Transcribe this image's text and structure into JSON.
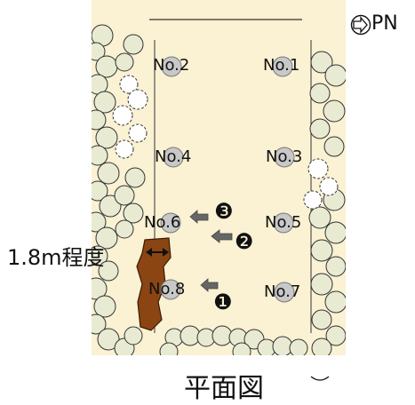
{
  "diagram": {
    "north_label": "PN",
    "dimension_label": "1.8m程度",
    "caption": "平面図",
    "points": {
      "no1": "No.1",
      "no2": "No.2",
      "no3": "No.3",
      "no4": "No.4",
      "no5": "No.5",
      "no6": "No.6",
      "no7": "No.7",
      "no8": "No.8"
    },
    "steps": {
      "s1": "❶",
      "s2": "❷",
      "s3": "❸"
    }
  },
  "colors": {
    "ground": "#fbf1d3",
    "shrub_fill": "#e8ebd2",
    "shrub_stroke": "#333333",
    "wood": "#8b4513",
    "marker": "#c8c8c8",
    "arrow": "#666666"
  }
}
